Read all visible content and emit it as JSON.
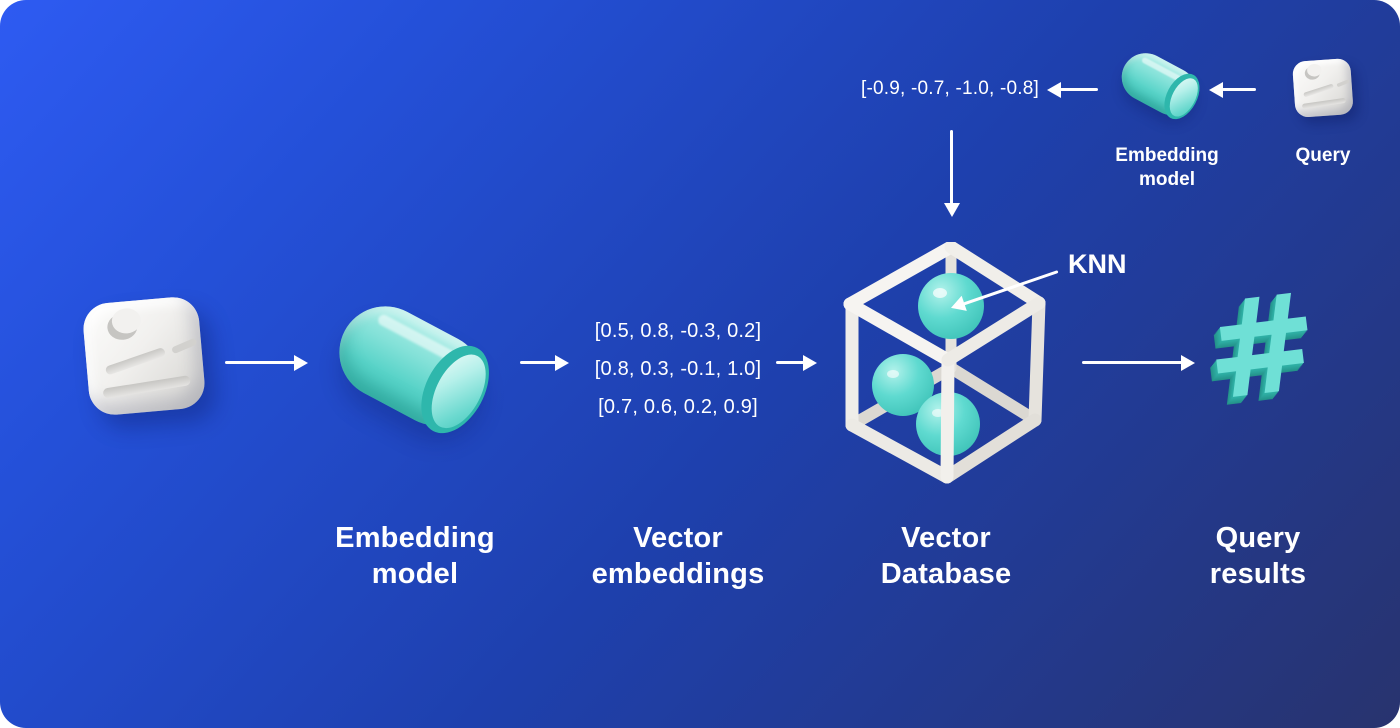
{
  "colors": {
    "bg_top_left": "#2E5BF2",
    "bg_mid": "#1E40AD",
    "bg_bottom_right": "#28336E",
    "teal_accent": "#5AD8CE",
    "teal_dark": "#2EB7AC",
    "icon_white": "#F2F0ED",
    "text": "#FFFFFF"
  },
  "icons": {
    "document": "document-3d-icon",
    "embedding_model": "cylinder-icon",
    "vector_database": "wireframe-cube-with-spheres-icon",
    "query_results": "hashtag-icon",
    "flow": "arrow-icon"
  },
  "main_flow": {
    "embedding_model": {
      "label": "Embedding\nmodel"
    },
    "vector_embeddings": {
      "label": "Vector\nembeddings",
      "vectors": [
        "[0.5, 0.8, -0.3, 0.2]",
        "[0.8, 0.3, -0.1, 1.0]",
        "[0.7, 0.6, 0.2, 0.9]"
      ]
    },
    "vector_database": {
      "label": "Vector\nDatabase",
      "annotation": "KNN"
    },
    "query_results": {
      "label": "Query\nresults",
      "glyph": "#"
    }
  },
  "query_flow": {
    "query": {
      "label": "Query"
    },
    "embedding_model": {
      "label": "Embedding\nmodel"
    },
    "query_vector": "[-0.9, -0.7, -1.0, -0.8]"
  }
}
